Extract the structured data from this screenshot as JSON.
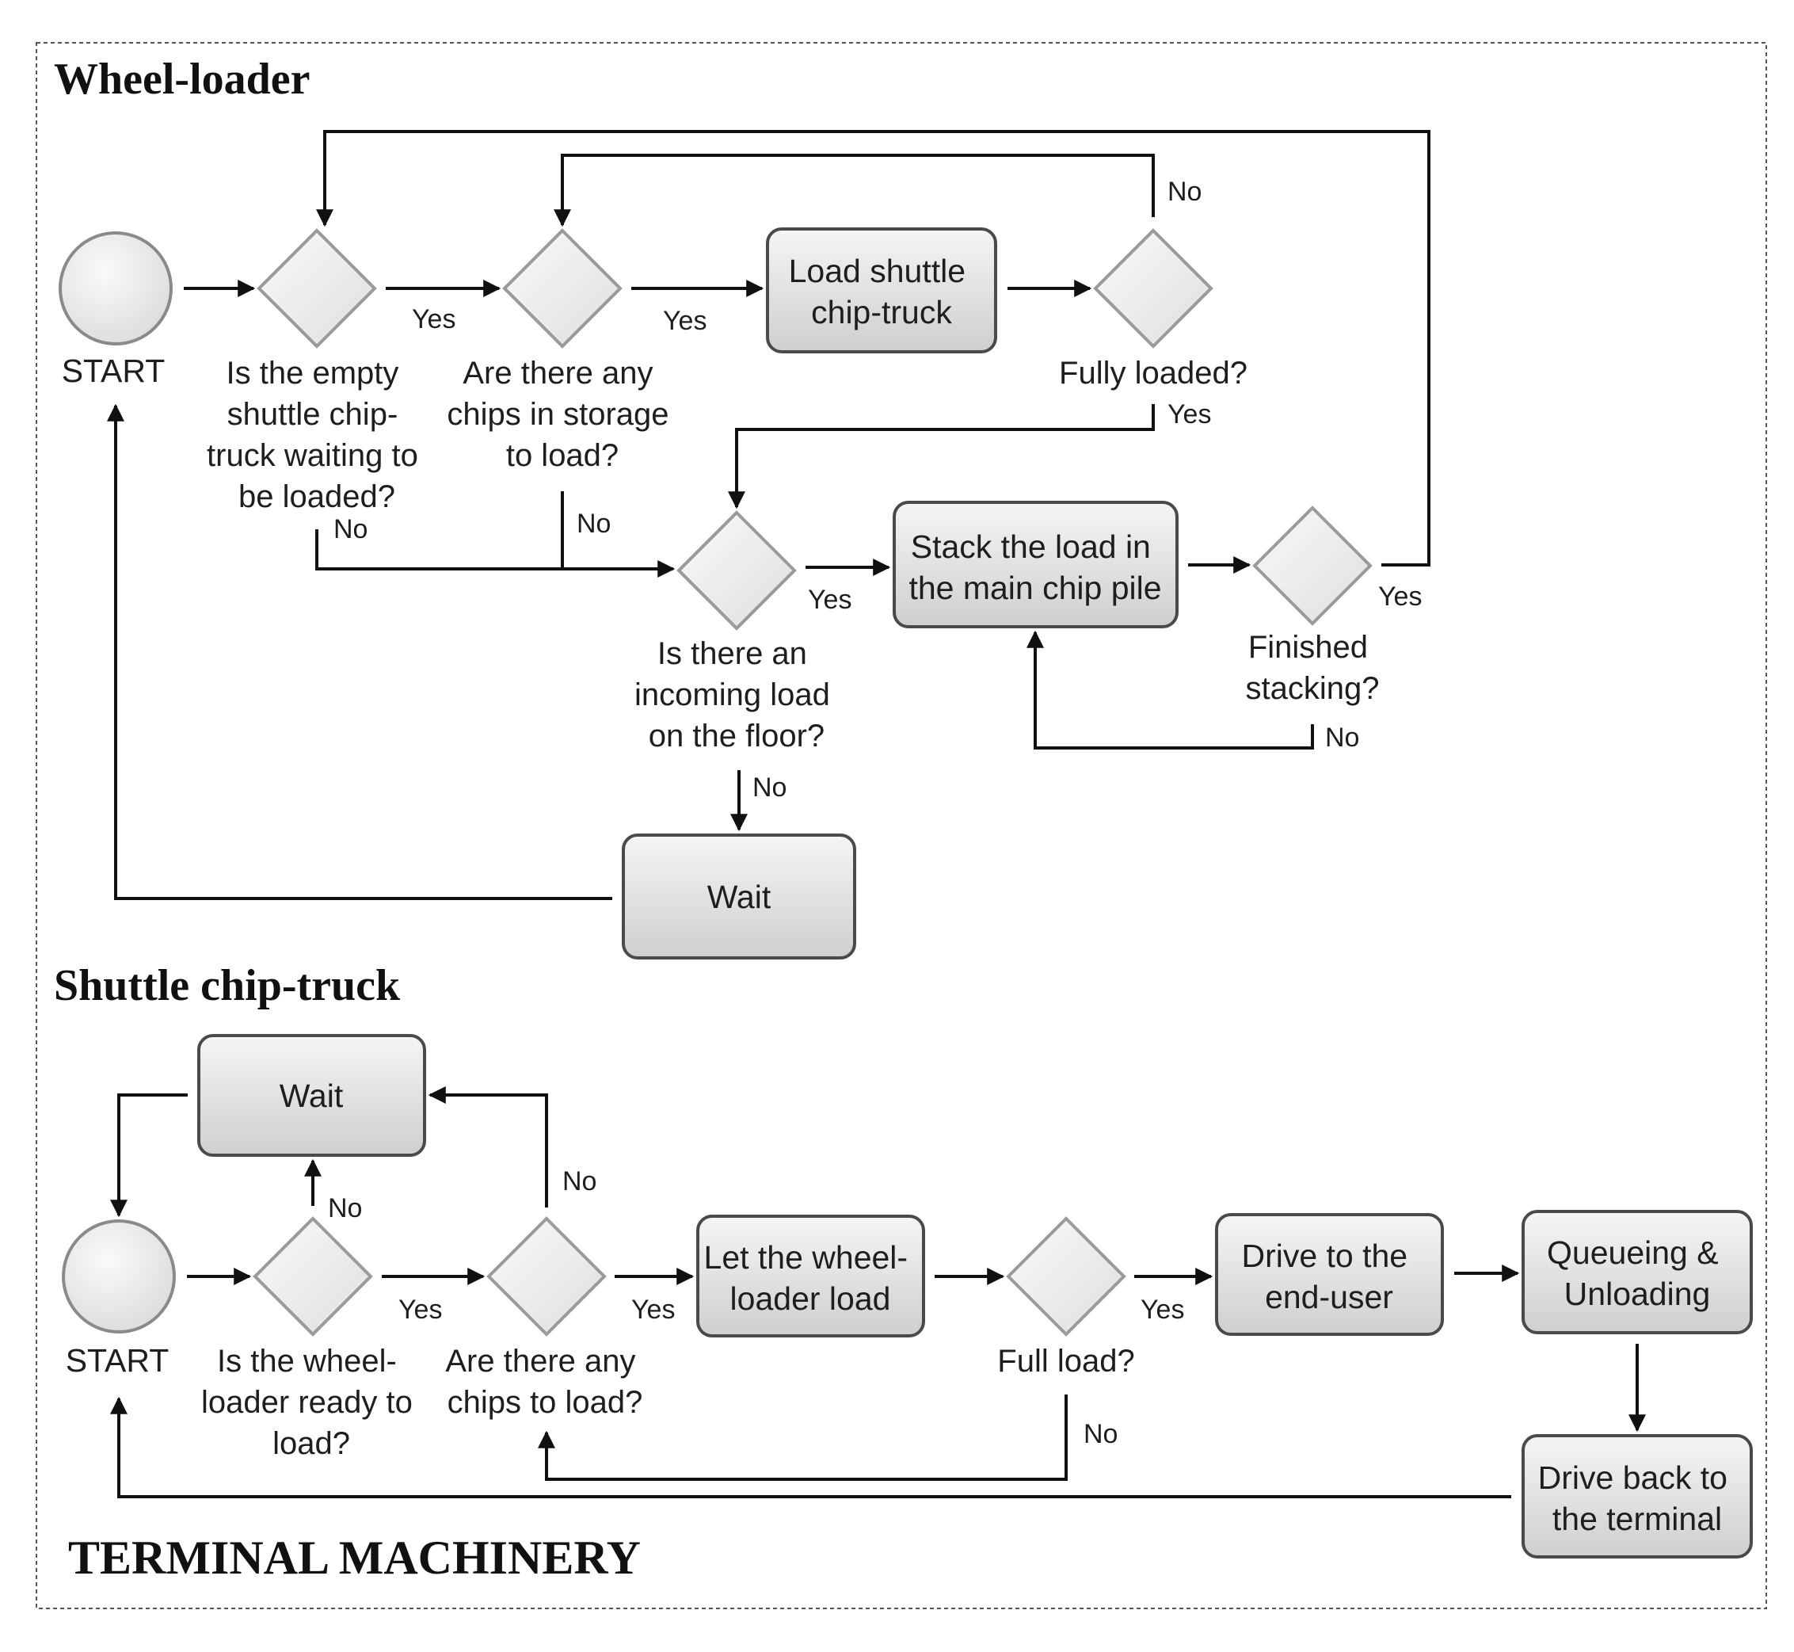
{
  "sections": {
    "wheel_loader_title": "Wheel-loader",
    "shuttle_title": "Shuttle chip-truck",
    "footer_title": "TERMINAL MACHINERY"
  },
  "wheel_loader": {
    "start": "START",
    "q_empty_truck": [
      "Is the empty",
      "shuttle chip-",
      "truck waiting to",
      "be loaded?"
    ],
    "q_chips_storage": [
      "Are there any",
      "chips in storage",
      "to load?"
    ],
    "load_shuttle": [
      "Load shuttle",
      "chip-truck"
    ],
    "q_fully_loaded": "Fully loaded?",
    "q_incoming": [
      "Is there an",
      "incoming load",
      "on the floor?"
    ],
    "stack_load": [
      "Stack the load in",
      "the main chip pile"
    ],
    "q_finished": [
      "Finished",
      "stacking?"
    ],
    "wait": "Wait"
  },
  "shuttle": {
    "start": "START",
    "q_ready": [
      "Is the wheel-",
      "loader ready to",
      "load?"
    ],
    "q_chips": [
      "Are there any",
      "chips to load?"
    ],
    "let_load": [
      "Let the wheel-",
      "loader load"
    ],
    "q_full": "Full load?",
    "drive_end_user": [
      "Drive to the",
      "end-user"
    ],
    "queueing": [
      "Queueing &",
      "Unloading"
    ],
    "drive_back": [
      "Drive back to",
      "the terminal"
    ],
    "wait": "Wait"
  },
  "edge_labels": {
    "yes": "Yes",
    "no": "No"
  }
}
